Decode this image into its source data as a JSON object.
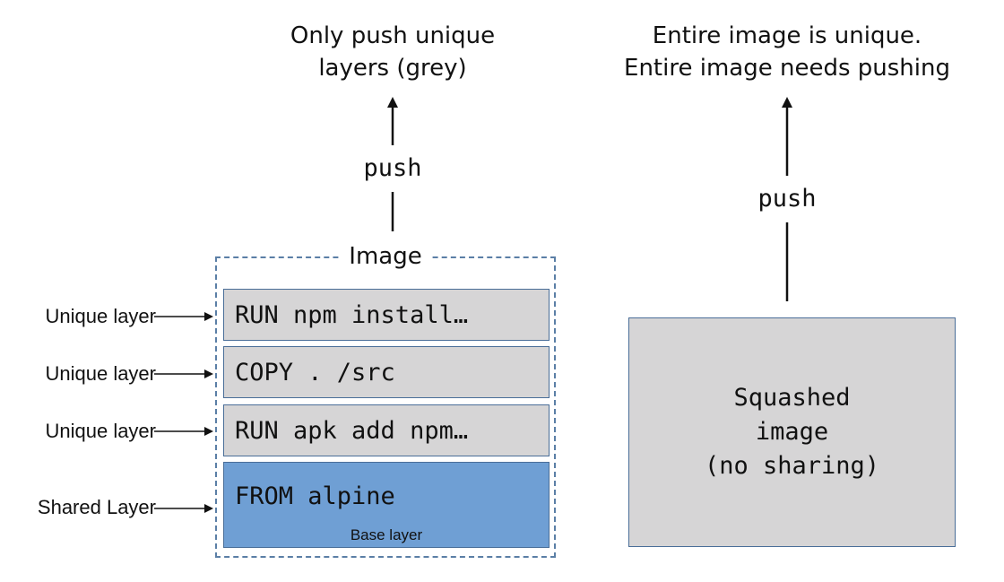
{
  "left": {
    "caption_lines": [
      "Only push unique",
      "layers (grey)"
    ],
    "push_label": "push",
    "image_title": "Image",
    "layers": [
      {
        "command": "RUN npm install…",
        "side_label": "Unique layer"
      },
      {
        "command": "COPY . /src",
        "side_label": "Unique layer"
      },
      {
        "command": "RUN apk add npm…",
        "side_label": "Unique layer"
      },
      {
        "command": "FROM alpine",
        "side_label": "Shared Layer",
        "sub_label": "Base layer"
      }
    ]
  },
  "right": {
    "caption_lines": [
      "Entire image is unique.",
      "Entire image needs pushing"
    ],
    "push_label": "push",
    "box_lines": [
      "Squashed",
      "image",
      "(no sharing)"
    ]
  },
  "colors": {
    "unique_layer_fill": "#d6d5d6",
    "shared_layer_fill": "#6f9fd4",
    "border": "#4a6e98"
  }
}
